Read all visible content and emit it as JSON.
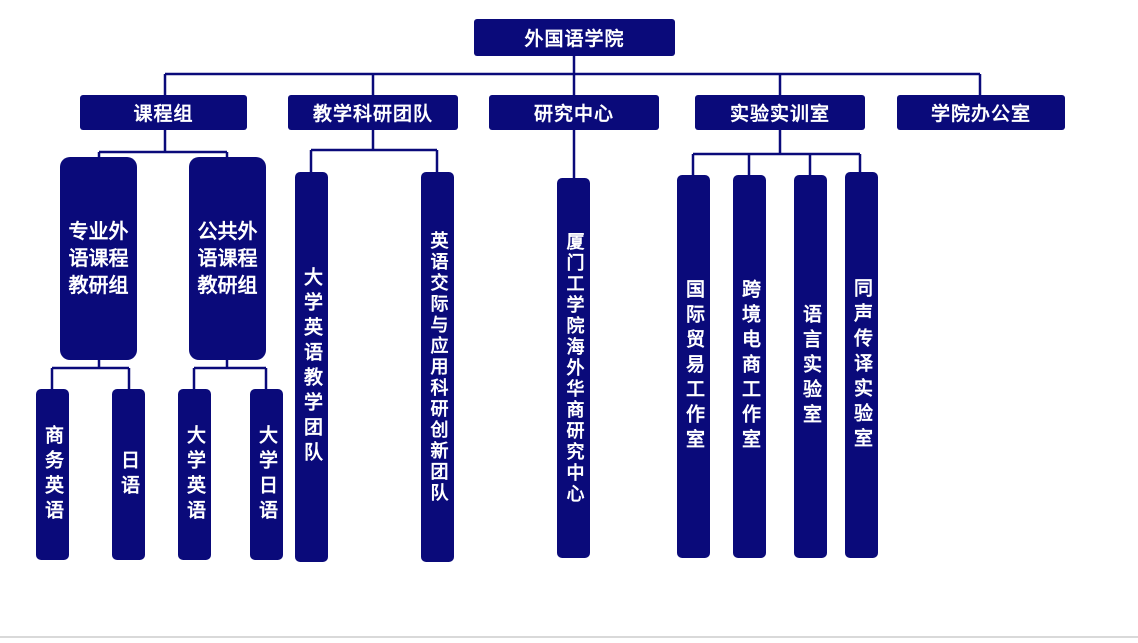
{
  "org_chart": {
    "root": {
      "label": "外国语学院"
    },
    "departments": [
      {
        "id": "course",
        "label": "课程组"
      },
      {
        "id": "teams",
        "label": "教学科研团队"
      },
      {
        "id": "research",
        "label": "研究中心"
      },
      {
        "id": "labs",
        "label": "实验实训室"
      },
      {
        "id": "office",
        "label": "学院办公室"
      }
    ],
    "course_groups": [
      {
        "id": "major",
        "label": "专业外语课程教研组"
      },
      {
        "id": "public",
        "label": "公共外语课程教研组"
      }
    ],
    "course_units": [
      {
        "id": "biz-english",
        "label": "商务英语"
      },
      {
        "id": "japanese",
        "label": "日语"
      },
      {
        "id": "college-english",
        "label": "大学英语"
      },
      {
        "id": "college-japanese",
        "label": "大学日语"
      }
    ],
    "teaching_teams": [
      {
        "id": "college-english-team",
        "label": "大学英语教学团队"
      },
      {
        "id": "english-comm-team",
        "label": "英语交际与应用科研创新团队"
      }
    ],
    "research_centers": [
      {
        "id": "overseas-chinese",
        "label": "厦门工学院海外华商研究中心"
      }
    ],
    "labs": [
      {
        "id": "trade-studio",
        "label": "国际贸易工作室"
      },
      {
        "id": "ecommerce-studio",
        "label": "跨境电商工作室"
      },
      {
        "id": "language-lab",
        "label": "语言实验室"
      },
      {
        "id": "interpreting-lab",
        "label": "同声传译实验室"
      }
    ]
  }
}
